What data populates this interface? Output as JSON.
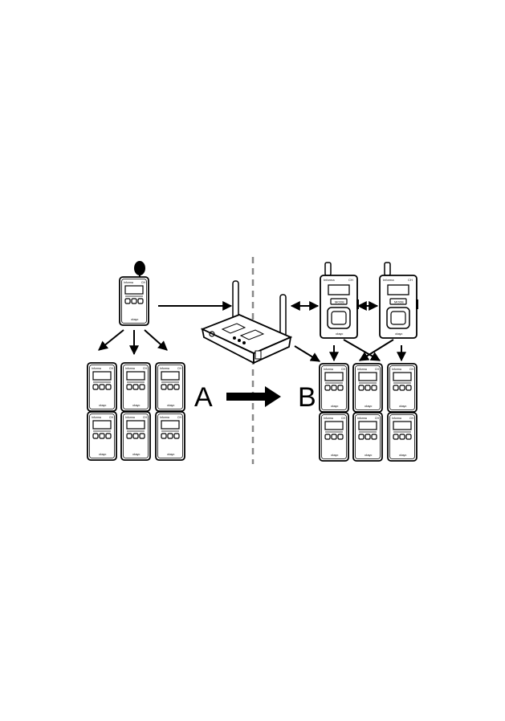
{
  "diagram": {
    "label_a": "A",
    "label_b": "B",
    "device_text": {
      "top_left": "Informa",
      "top_right": "CH",
      "brand": "okayo",
      "transmitter_button": "MODE"
    },
    "colors": {
      "ink": "#000000",
      "paper": "#ffffff",
      "divider": "#888888"
    }
  }
}
